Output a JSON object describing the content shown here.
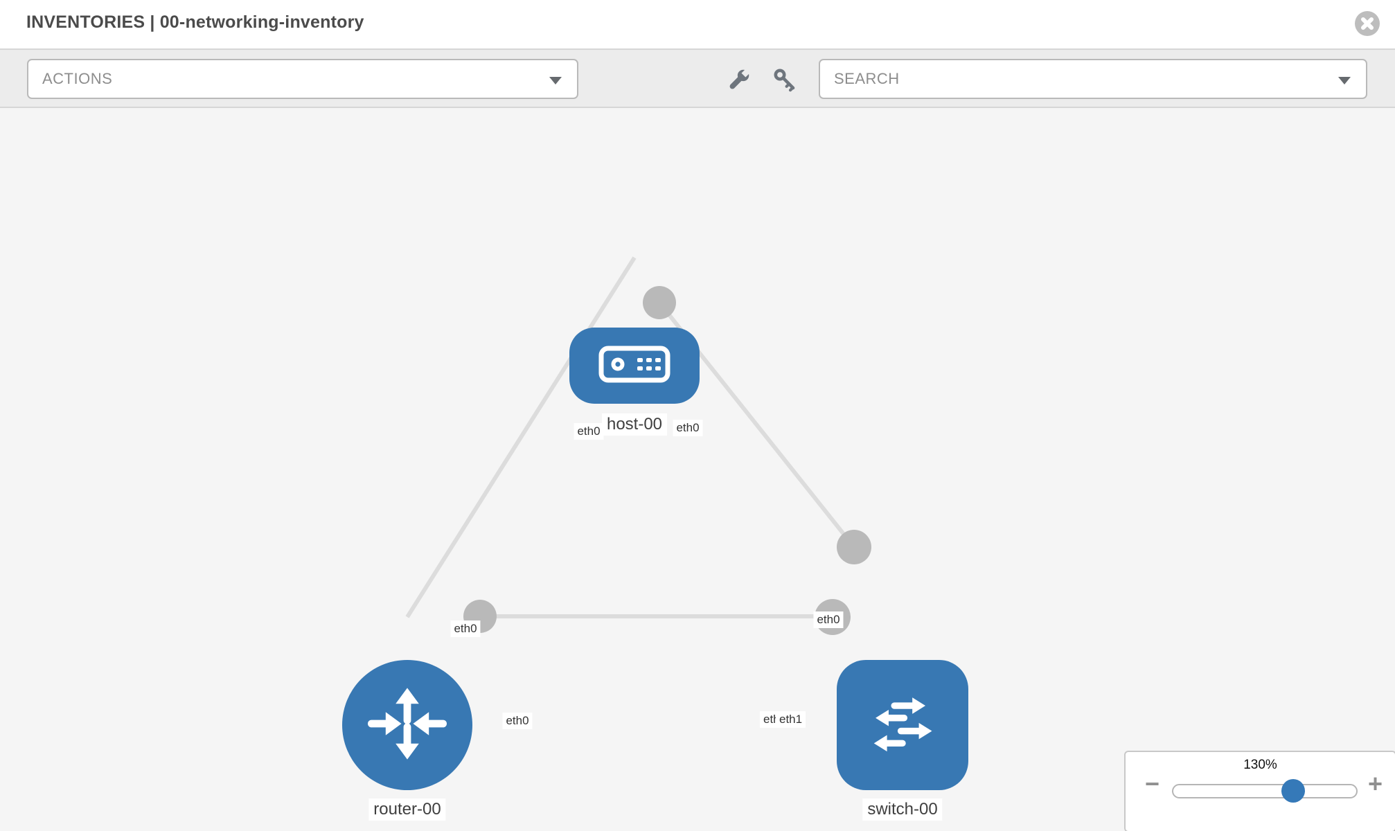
{
  "header": {
    "title": "INVENTORIES | 00-networking-inventory"
  },
  "toolbar": {
    "actions_label": "ACTIONS",
    "search_placeholder": "SEARCH",
    "icons": [
      "wrench-icon",
      "key-icon"
    ]
  },
  "colors": {
    "node_blue": "#3878b3",
    "link_gray": "#dcdcdc",
    "dot_gray": "#b9b9b9",
    "toolbar_bg": "#ececec",
    "canvas_bg": "#f5f5f5",
    "slider_handle_blue": "#3579b8"
  },
  "topology": {
    "nodes": [
      {
        "id": "host-00",
        "label": "host-00",
        "type": "host",
        "shape": "rounded-rect"
      },
      {
        "id": "router-00",
        "label": "router-00",
        "type": "router",
        "shape": "circle"
      },
      {
        "id": "switch-00",
        "label": "switch-00",
        "type": "switch",
        "shape": "rounded-square"
      }
    ],
    "links": [
      {
        "source": "host-00",
        "source_interface": "eth0",
        "target": "router-00",
        "target_interface": "eth0"
      },
      {
        "source": "host-00",
        "source_interface": "eth0",
        "target": "switch-00",
        "target_interface": "eth0"
      },
      {
        "source": "router-00",
        "source_interface": "eth0",
        "target": "switch-00",
        "target_interface": "eth1"
      }
    ],
    "interface_labels": [
      {
        "text": "eth0",
        "position": "host-end-of-host-router-link"
      },
      {
        "text": "eth0",
        "position": "host-end-of-host-switch-link"
      },
      {
        "text": "eth0",
        "position": "router-end-of-host-router-link"
      },
      {
        "text": "eth0",
        "position": "switch-end-of-host-switch-link"
      },
      {
        "text": "eth0",
        "position": "router-end-of-router-switch-link"
      },
      {
        "text": "eth0",
        "position": "switch-end-of-router-switch-link-behind"
      },
      {
        "text": "eth1",
        "position": "switch-end-of-router-switch-link"
      }
    ]
  },
  "zoom_control": {
    "value": "130%",
    "minus_label": "−",
    "plus_label": "+",
    "slider_percent": 65
  }
}
